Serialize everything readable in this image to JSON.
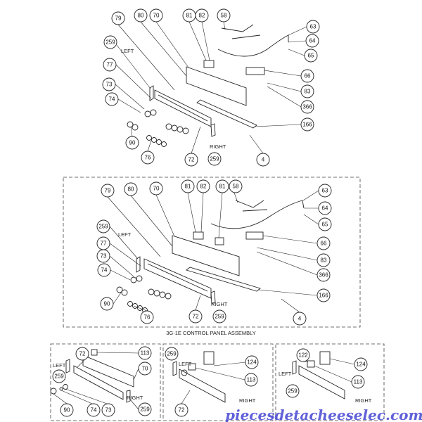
{
  "top": {
    "callouts": [
      "79",
      "80",
      "70",
      "81",
      "82",
      "58",
      "63",
      "64",
      "65",
      "66",
      "83",
      "366",
      "166",
      "4",
      "259",
      "72",
      "76",
      "90",
      "74",
      "73",
      "77",
      "259"
    ],
    "left": "LEFT",
    "right": "RIGHT"
  },
  "middle": {
    "callouts": [
      "79",
      "80",
      "70",
      "81",
      "82",
      "81",
      "58",
      "63",
      "64",
      "65",
      "66",
      "83",
      "366",
      "166",
      "4",
      "259",
      "72",
      "76",
      "90",
      "74",
      "73",
      "77",
      "259"
    ],
    "left": "LEFT",
    "right": "RIGHT",
    "caption": "3G-1E CONTROL PANEL ASSEMBLY"
  },
  "bottom1": {
    "callouts": [
      "72",
      "113",
      "70",
      "259",
      "90",
      "74",
      "73",
      "259"
    ],
    "left": "LEFT",
    "right": "RIGHT"
  },
  "bottom2": {
    "callouts": [
      "259",
      "124",
      "113",
      "72"
    ],
    "left": "LEFT",
    "right": "RIGHT"
  },
  "bottom3": {
    "callouts": [
      "122",
      "124",
      "113",
      "259"
    ],
    "left": "LEFT",
    "right": "RIGHT"
  },
  "watermark": "piecesdetacheeselec.com"
}
